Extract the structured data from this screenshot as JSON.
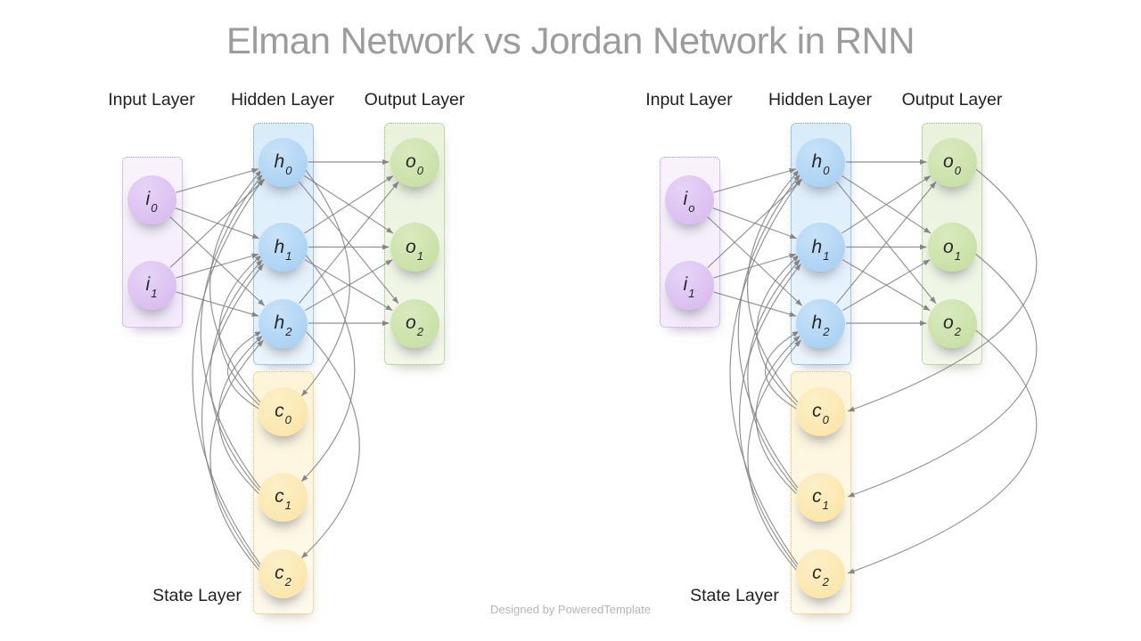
{
  "title": "Elman Network vs Jordan Network in RNN",
  "footer": "Designed by PoweredTemplate",
  "colors": {
    "title": "#9c9c9c",
    "label": "#1f1f1f",
    "footer": "#b5b5b5",
    "arrow": "#7f7f7f",
    "input_box": "#f3eafb",
    "input_box_light": "#f9f3fd",
    "input_border": "#b78fd9",
    "input_node": "#d5b7ed",
    "input_node_light": "#e7d4f8",
    "hidden_box": "#d9ecfa",
    "hidden_box_light": "#ebf5fd",
    "hidden_border": "#5b9bd5",
    "hidden_node": "#a2cdf2",
    "hidden_node_light": "#c8e2f9",
    "output_box": "#eaf2dc",
    "output_box_light": "#f3f8ea",
    "output_border": "#90ba74",
    "output_node": "#c3dd9e",
    "output_node_light": "#daeabf",
    "state_box": "#fdf4d9",
    "state_box_light": "#fefaec",
    "state_border": "#dfbd66",
    "state_node": "#fae3a3",
    "state_node_light": "#fdf0c8"
  },
  "diagrams": [
    {
      "id": "elman",
      "column_labels": [
        "Input Layer",
        "Hidden Layer",
        "Output Layer"
      ],
      "state_label": "State Layer",
      "nodes": [
        {
          "id": "i0",
          "base": "i",
          "sub": "0",
          "layer": "input",
          "index": 0
        },
        {
          "id": "i1",
          "base": "i",
          "sub": "1",
          "layer": "input",
          "index": 1
        },
        {
          "id": "h0",
          "base": "h",
          "sub": "0",
          "layer": "hidden",
          "index": 0
        },
        {
          "id": "h1",
          "base": "h",
          "sub": "1",
          "layer": "hidden",
          "index": 1
        },
        {
          "id": "h2",
          "base": "h",
          "sub": "2",
          "layer": "hidden",
          "index": 2
        },
        {
          "id": "o0",
          "base": "o",
          "sub": "0",
          "layer": "output",
          "index": 0
        },
        {
          "id": "o1",
          "base": "o",
          "sub": "1",
          "layer": "output",
          "index": 1
        },
        {
          "id": "o2",
          "base": "o",
          "sub": "2",
          "layer": "output",
          "index": 2
        },
        {
          "id": "c0",
          "base": "c",
          "sub": "0",
          "layer": "state",
          "index": 0
        },
        {
          "id": "c1",
          "base": "c",
          "sub": "1",
          "layer": "state",
          "index": 1
        },
        {
          "id": "c2",
          "base": "c",
          "sub": "2",
          "layer": "state",
          "index": 2
        }
      ],
      "edges": [
        {
          "from": "i0",
          "to": "h0",
          "kind": "forward"
        },
        {
          "from": "i0",
          "to": "h1",
          "kind": "forward"
        },
        {
          "from": "i0",
          "to": "h2",
          "kind": "forward"
        },
        {
          "from": "i1",
          "to": "h0",
          "kind": "forward"
        },
        {
          "from": "i1",
          "to": "h1",
          "kind": "forward"
        },
        {
          "from": "i1",
          "to": "h2",
          "kind": "forward"
        },
        {
          "from": "h0",
          "to": "o0",
          "kind": "forward"
        },
        {
          "from": "h0",
          "to": "o1",
          "kind": "forward"
        },
        {
          "from": "h0",
          "to": "o2",
          "kind": "forward"
        },
        {
          "from": "h1",
          "to": "o0",
          "kind": "forward"
        },
        {
          "from": "h1",
          "to": "o1",
          "kind": "forward"
        },
        {
          "from": "h1",
          "to": "o2",
          "kind": "forward"
        },
        {
          "from": "h2",
          "to": "o0",
          "kind": "forward"
        },
        {
          "from": "h2",
          "to": "o1",
          "kind": "forward"
        },
        {
          "from": "h2",
          "to": "o2",
          "kind": "forward"
        },
        {
          "from": "h0",
          "to": "c0",
          "kind": "state-copy"
        },
        {
          "from": "h1",
          "to": "c1",
          "kind": "state-copy"
        },
        {
          "from": "h2",
          "to": "c2",
          "kind": "state-copy"
        },
        {
          "from": "c0",
          "to": "h0",
          "kind": "state-feedback"
        },
        {
          "from": "c0",
          "to": "h1",
          "kind": "state-feedback"
        },
        {
          "from": "c0",
          "to": "h2",
          "kind": "state-feedback"
        },
        {
          "from": "c1",
          "to": "h0",
          "kind": "state-feedback"
        },
        {
          "from": "c1",
          "to": "h1",
          "kind": "state-feedback"
        },
        {
          "from": "c1",
          "to": "h2",
          "kind": "state-feedback"
        },
        {
          "from": "c2",
          "to": "h0",
          "kind": "state-feedback"
        },
        {
          "from": "c2",
          "to": "h1",
          "kind": "state-feedback"
        },
        {
          "from": "c2",
          "to": "h2",
          "kind": "state-feedback"
        }
      ]
    },
    {
      "id": "jordan",
      "column_labels": [
        "Input Layer",
        "Hidden Layer",
        "Output Layer"
      ],
      "state_label": "State Layer",
      "nodes": [
        {
          "id": "i0",
          "base": "i",
          "sub": "o",
          "layer": "input",
          "index": 0
        },
        {
          "id": "i1",
          "base": "i",
          "sub": "1",
          "layer": "input",
          "index": 1
        },
        {
          "id": "h0",
          "base": "h",
          "sub": "0",
          "layer": "hidden",
          "index": 0
        },
        {
          "id": "h1",
          "base": "h",
          "sub": "1",
          "layer": "hidden",
          "index": 1
        },
        {
          "id": "h2",
          "base": "h",
          "sub": "2",
          "layer": "hidden",
          "index": 2
        },
        {
          "id": "o0",
          "base": "o",
          "sub": "0",
          "layer": "output",
          "index": 0
        },
        {
          "id": "o1",
          "base": "o",
          "sub": "1",
          "layer": "output",
          "index": 1
        },
        {
          "id": "o2",
          "base": "o",
          "sub": "2",
          "layer": "output",
          "index": 2
        },
        {
          "id": "c0",
          "base": "c",
          "sub": "0",
          "layer": "state",
          "index": 0
        },
        {
          "id": "c1",
          "base": "c",
          "sub": "1",
          "layer": "state",
          "index": 1
        },
        {
          "id": "c2",
          "base": "c",
          "sub": "2",
          "layer": "state",
          "index": 2
        }
      ],
      "edges": [
        {
          "from": "i0",
          "to": "h0",
          "kind": "forward"
        },
        {
          "from": "i0",
          "to": "h1",
          "kind": "forward"
        },
        {
          "from": "i0",
          "to": "h2",
          "kind": "forward"
        },
        {
          "from": "i1",
          "to": "h0",
          "kind": "forward"
        },
        {
          "from": "i1",
          "to": "h1",
          "kind": "forward"
        },
        {
          "from": "i1",
          "to": "h2",
          "kind": "forward"
        },
        {
          "from": "h0",
          "to": "o0",
          "kind": "forward"
        },
        {
          "from": "h0",
          "to": "o1",
          "kind": "forward"
        },
        {
          "from": "h0",
          "to": "o2",
          "kind": "forward"
        },
        {
          "from": "h1",
          "to": "o0",
          "kind": "forward"
        },
        {
          "from": "h1",
          "to": "o1",
          "kind": "forward"
        },
        {
          "from": "h1",
          "to": "o2",
          "kind": "forward"
        },
        {
          "from": "h2",
          "to": "o0",
          "kind": "forward"
        },
        {
          "from": "h2",
          "to": "o1",
          "kind": "forward"
        },
        {
          "from": "h2",
          "to": "o2",
          "kind": "forward"
        },
        {
          "from": "o0",
          "to": "c0",
          "kind": "output-copy"
        },
        {
          "from": "o1",
          "to": "c1",
          "kind": "output-copy"
        },
        {
          "from": "o2",
          "to": "c2",
          "kind": "output-copy"
        },
        {
          "from": "c0",
          "to": "h0",
          "kind": "state-feedback"
        },
        {
          "from": "c0",
          "to": "h1",
          "kind": "state-feedback"
        },
        {
          "from": "c0",
          "to": "h2",
          "kind": "state-feedback"
        },
        {
          "from": "c1",
          "to": "h0",
          "kind": "state-feedback"
        },
        {
          "from": "c1",
          "to": "h1",
          "kind": "state-feedback"
        },
        {
          "from": "c1",
          "to": "h2",
          "kind": "state-feedback"
        },
        {
          "from": "c2",
          "to": "h0",
          "kind": "state-feedback"
        },
        {
          "from": "c2",
          "to": "h1",
          "kind": "state-feedback"
        },
        {
          "from": "c2",
          "to": "h2",
          "kind": "state-feedback"
        }
      ]
    }
  ]
}
